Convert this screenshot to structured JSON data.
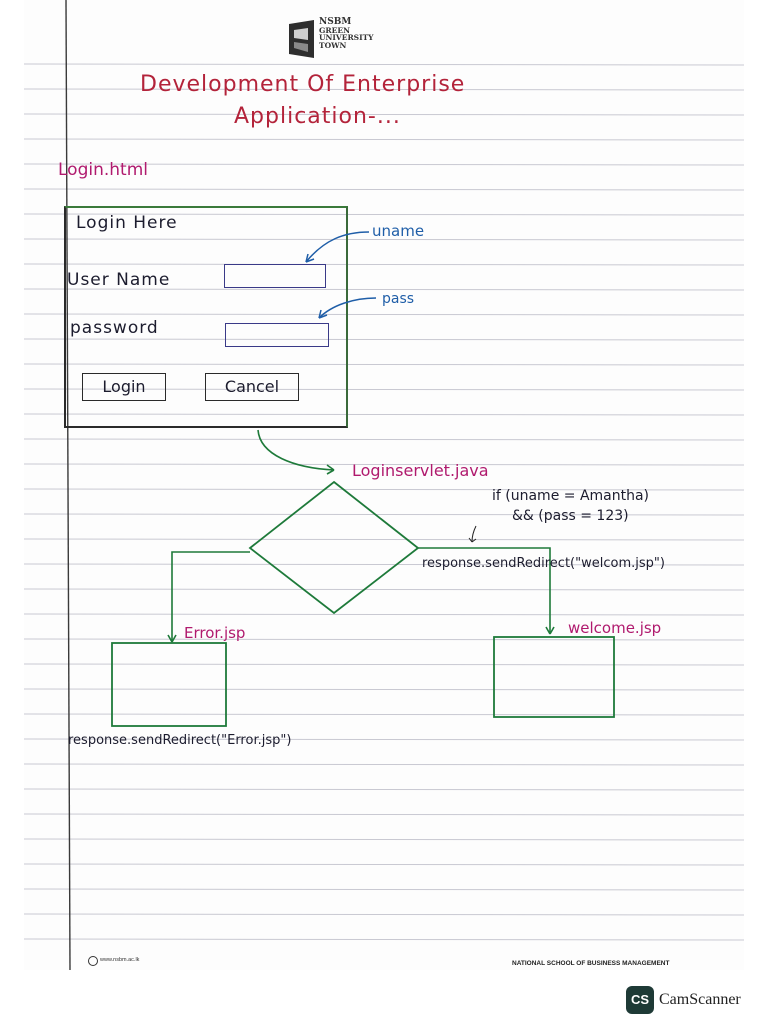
{
  "logo": {
    "brand": "NSBM",
    "line1": "GREEN",
    "line2": "UNIVERSITY",
    "line3": "TOWN"
  },
  "title": {
    "line1": "Development Of Enterprise",
    "line2": "Application-..."
  },
  "section": "Login.html",
  "form": {
    "title": "Login Here",
    "user_label": "User Name",
    "pass_label": "password",
    "login_button": "Login",
    "cancel_button": "Cancel",
    "annotation_user": "uname",
    "annotation_pass": "pass"
  },
  "flow": {
    "servlet": "Loginservlet.java",
    "condition_line1": "if (uname = Amantha)",
    "condition_line2": "&& (pass = 123)",
    "redirect_welcome": "response.sendRedirect(\"welcom.jsp\")",
    "error_page": "Error.jsp",
    "welcome_page": "welcome.jsp",
    "redirect_error": "response.sendRedirect(\"Error.jsp\")"
  },
  "footer": {
    "url": "www.nsbm.ac.lk",
    "right": "NATIONAL SCHOOL OF BUSINESS MANAGEMENT"
  },
  "scanner": {
    "badge": "CS",
    "name": "CamScanner"
  },
  "colors": {
    "title": "#b3233a",
    "section": "#b01a6e",
    "annotation": "#1f5ea8",
    "flow_lines": "#1e7a3a",
    "rule_lines": "#c9c9d2",
    "margin_line": "#3a3a3a"
  }
}
